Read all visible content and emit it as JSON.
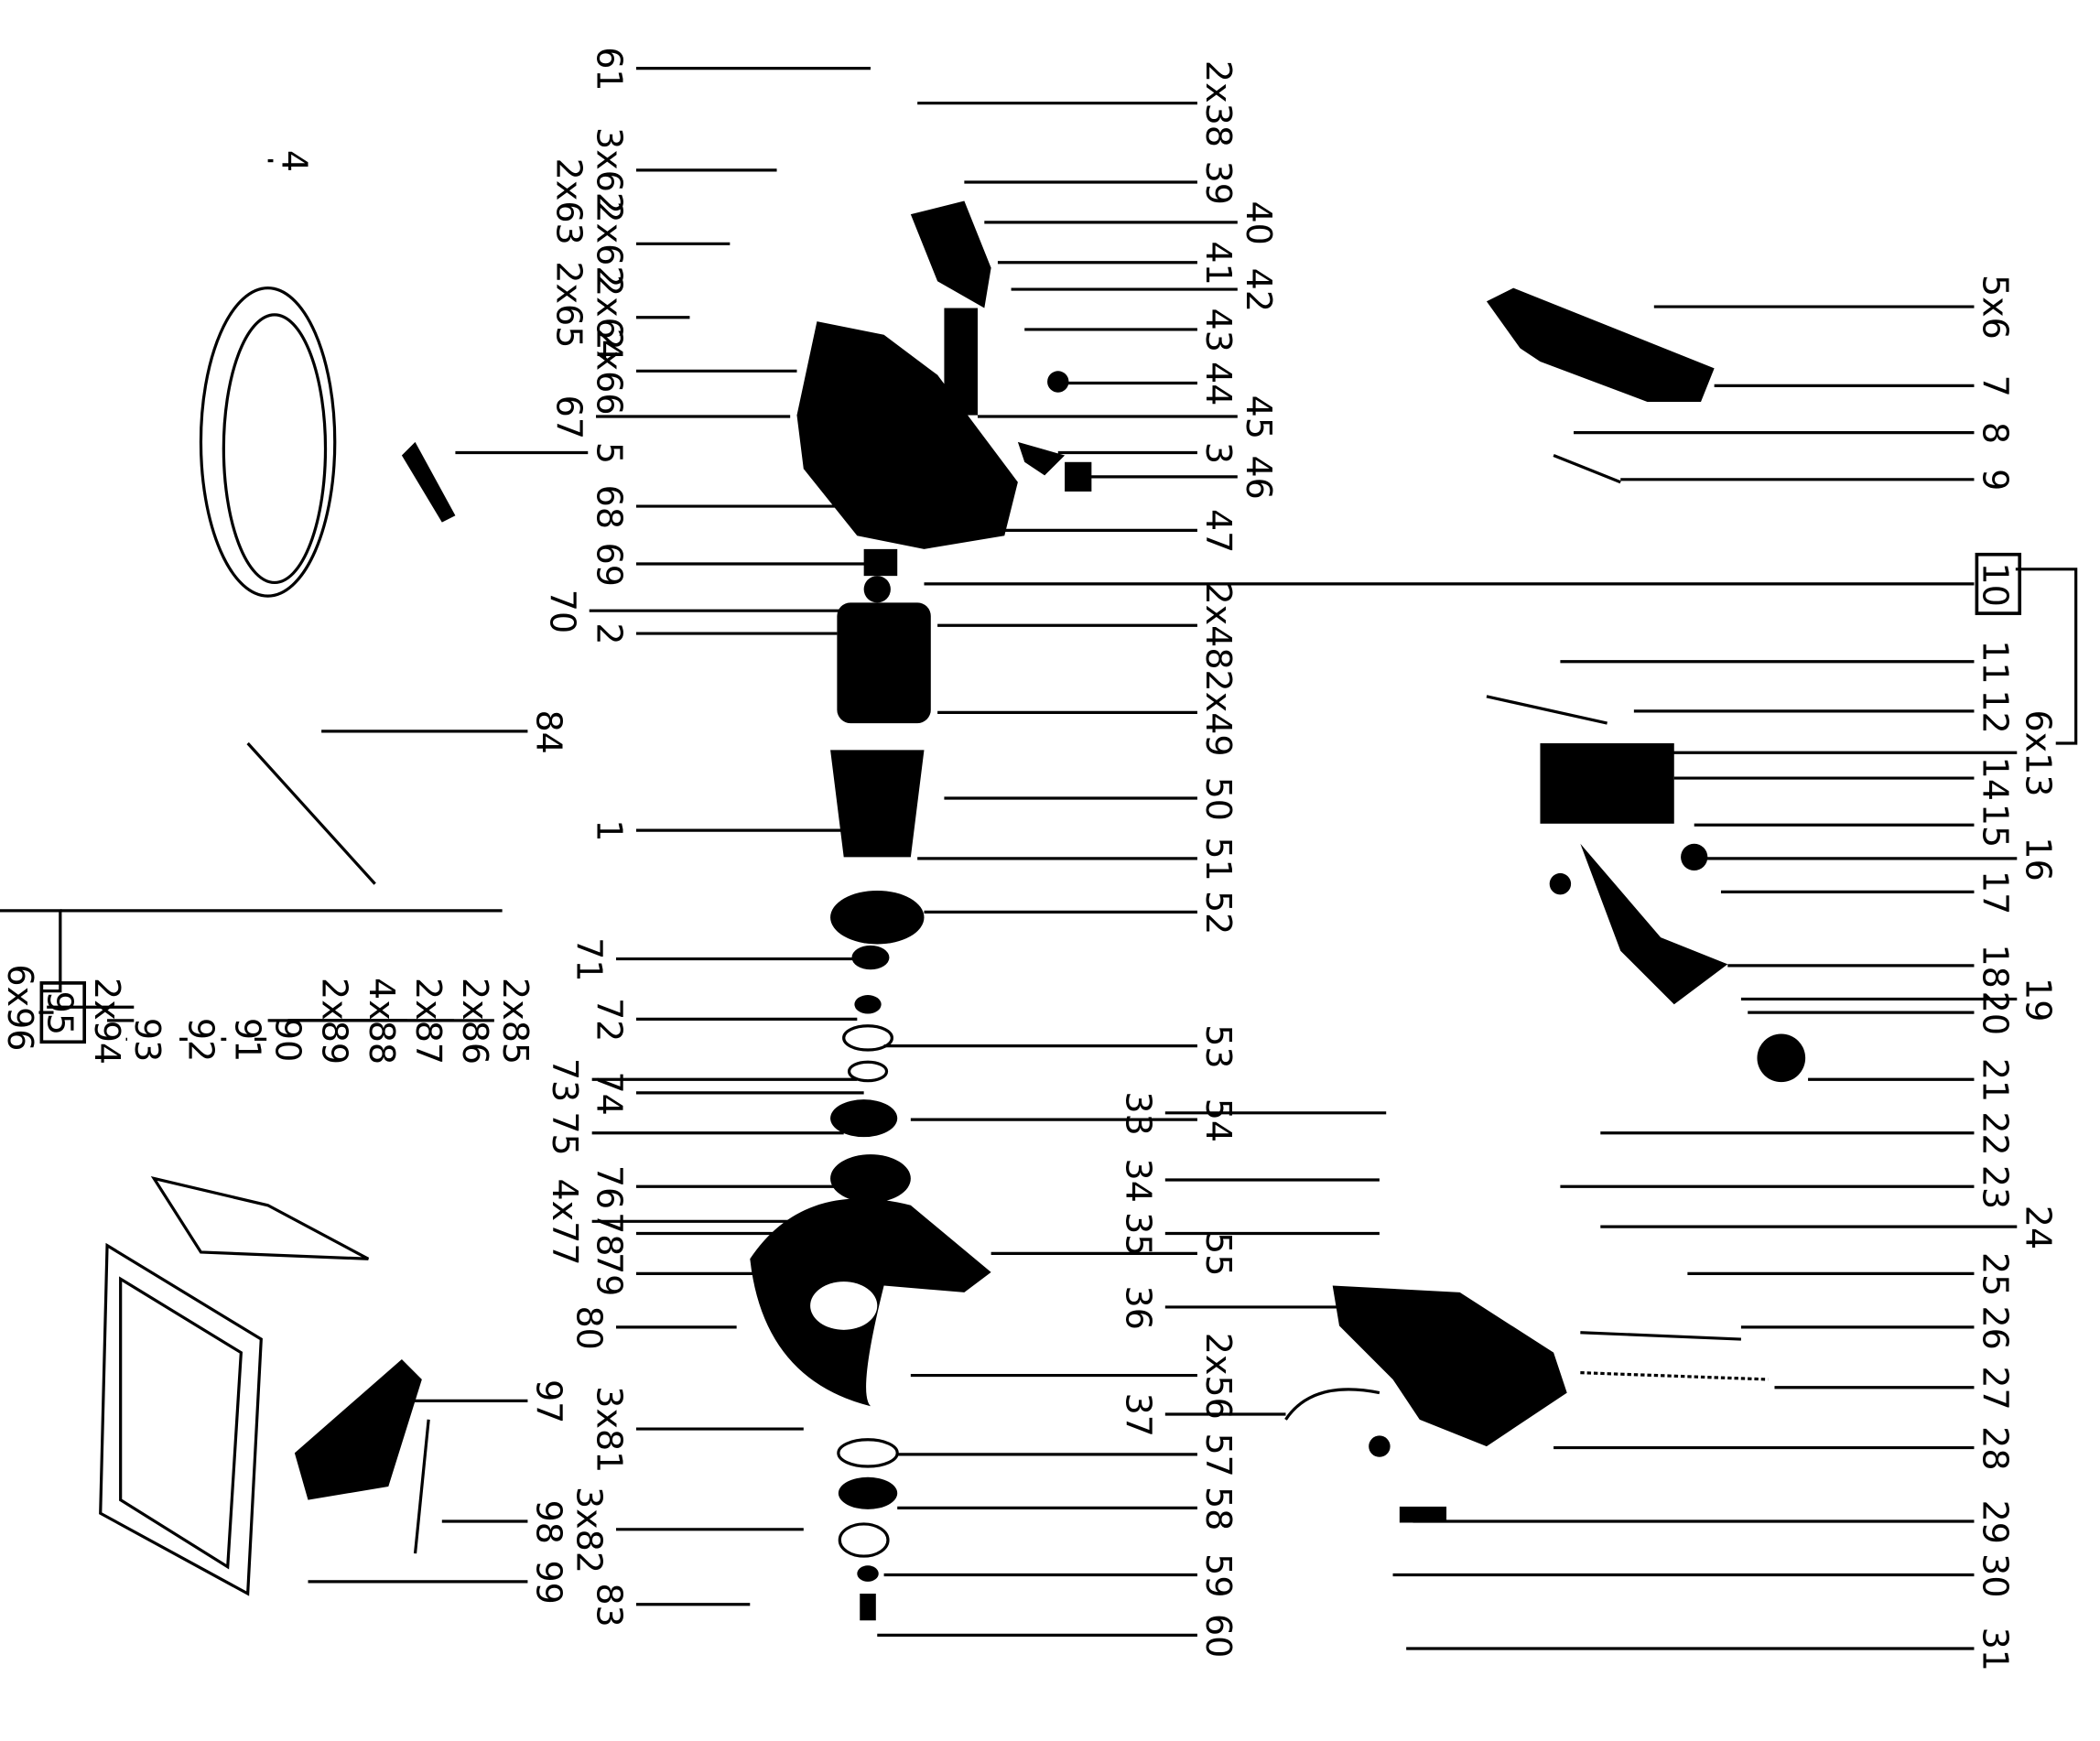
{
  "diagram": {
    "title_hidden": "",
    "labels": [
      "4",
      "5",
      "61",
      "3x62",
      "2x62",
      "2x63",
      "2x64",
      "2x65",
      "2x66",
      "67",
      "68",
      "69",
      "70",
      "2",
      "1",
      "71",
      "72",
      "73",
      "74",
      "75",
      "76",
      "4x77",
      "78",
      "79",
      "80",
      "3x81",
      "3x82",
      "83",
      "84",
      "2x38",
      "39",
      "40",
      "41",
      "42",
      "43",
      "44",
      "45",
      "3",
      "46",
      "47",
      "2x48",
      "2x49",
      "50",
      "51",
      "52",
      "53",
      "54",
      "55",
      "2x56",
      "57",
      "58",
      "59",
      "60",
      "33",
      "34",
      "35",
      "36",
      "37",
      "5x6",
      "7",
      "8",
      "9",
      "10",
      "11",
      "12",
      "6x13",
      "14",
      "15",
      "16",
      "17",
      "18",
      "19",
      "20",
      "21",
      "22",
      "23",
      "24",
      "25",
      "26",
      "27",
      "28",
      "29",
      "30",
      "31",
      "2x85",
      "2x86",
      "2x87",
      "4x88",
      "2x89",
      "90",
      "91",
      "92",
      "93",
      "2x94",
      "95",
      "6x96",
      "97",
      "98",
      "99"
    ],
    "boxed_labels": [
      "10",
      "95"
    ]
  }
}
